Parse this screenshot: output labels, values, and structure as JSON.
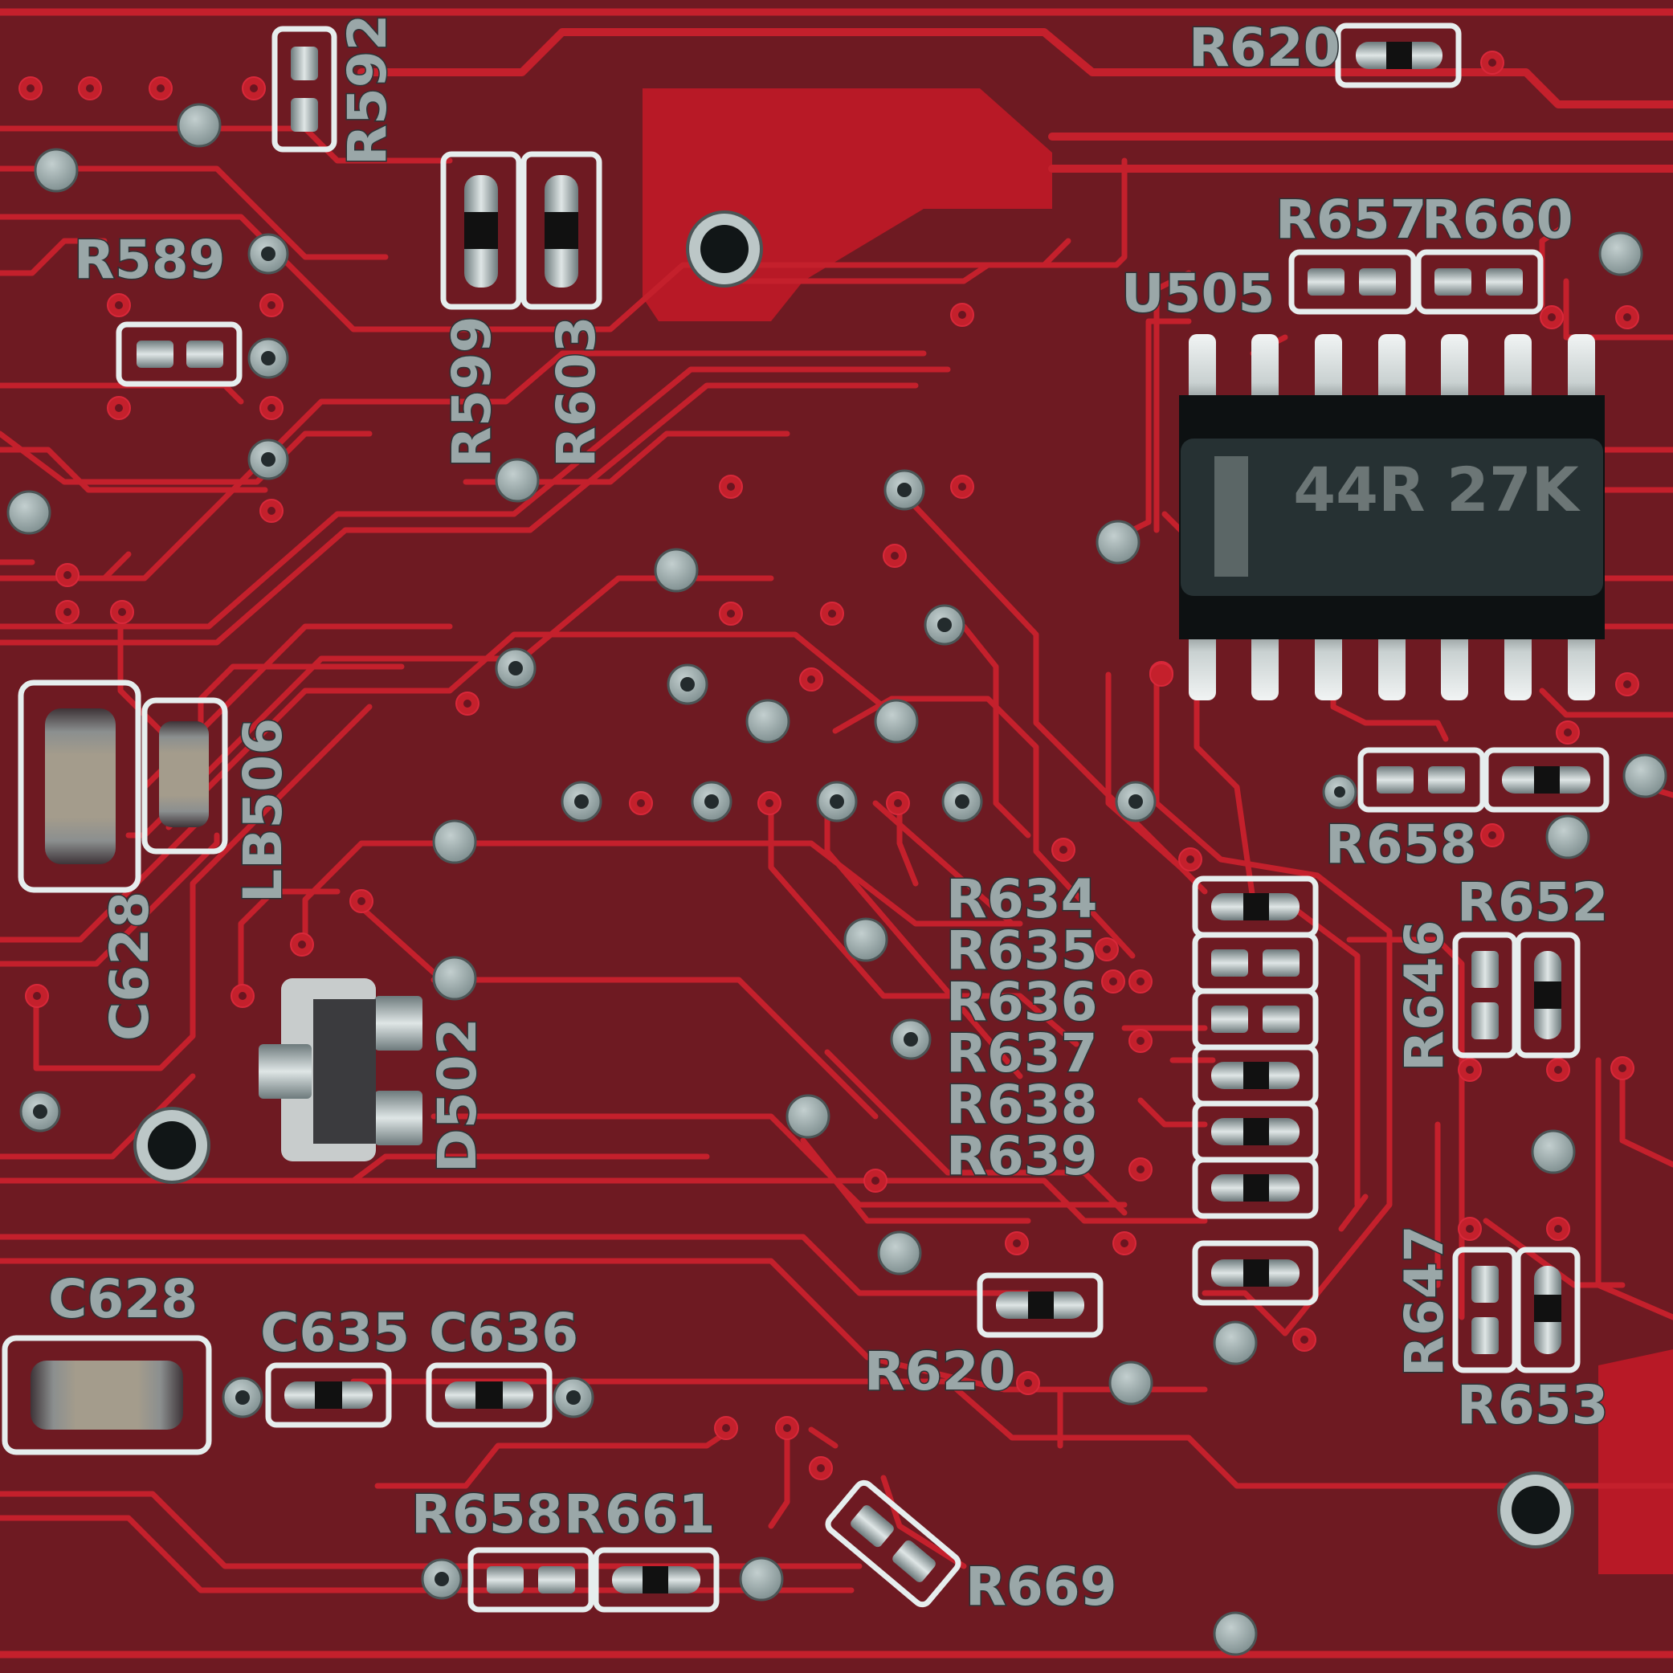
{
  "colors": {
    "board": "#6e1a22",
    "trace": "#c4202c",
    "copper_pour": "#b81926",
    "silkscreen": "#e6eeee",
    "label": "#9aa7a8",
    "ic_body": "#263133",
    "via": "#a5b3b3"
  },
  "labels": {
    "r620_top": "R620",
    "r592": "R592",
    "r589": "R589",
    "r599": "R599",
    "r603": "R603",
    "r657": "R657",
    "r660": "R660",
    "u505": "U505",
    "lb506": "LB506",
    "c628_upper": "C628",
    "d502": "D502",
    "r658_right": "R658",
    "r634": "R634",
    "r635": "R635",
    "r636": "R636",
    "r637": "R637",
    "r638": "R638",
    "r639": "R639",
    "r652": "R652",
    "r646": "R646",
    "r647": "R647",
    "r653": "R653",
    "c628_lower": "C628",
    "c635": "C635",
    "c636": "C636",
    "r620_mid": "R620",
    "r658_bottom": "R658",
    "r661": "R661",
    "r669": "R669"
  },
  "ic": {
    "marking": "44R 27K"
  }
}
